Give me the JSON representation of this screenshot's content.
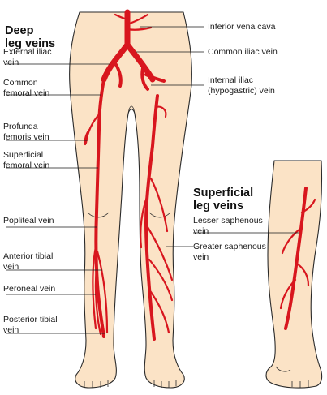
{
  "colors": {
    "skin": "#fbe3c6",
    "skin_outline": "#2a2a2a",
    "vein": "#d8161e",
    "vein_dark": "#9c0f14",
    "leader": "#1a1a1a"
  },
  "deep_title": "Deep\nleg veins",
  "superficial_title": "Superficial\nleg veins",
  "labels": {
    "external_iliac": "External iliac\nvein",
    "common_femoral": "Common\nfemoral vein",
    "profunda_femoris": "Profunda\nfemoris vein",
    "superficial_femoral": "Superficial\nfemoral vein",
    "popliteal": "Popliteal vein",
    "anterior_tibial": "Anterior tibial\nvein",
    "peroneal": "Peroneal vein",
    "posterior_tibial": "Posterior tibial\nvein",
    "inferior_vena_cava": "Inferior vena cava",
    "common_iliac": "Common iliac vein",
    "internal_iliac": "Internal iliac\n(hypogastric) vein",
    "lesser_saphenous": "Lesser saphenous\nvein",
    "greater_saphenous": "Greater saphenous\nvein"
  }
}
